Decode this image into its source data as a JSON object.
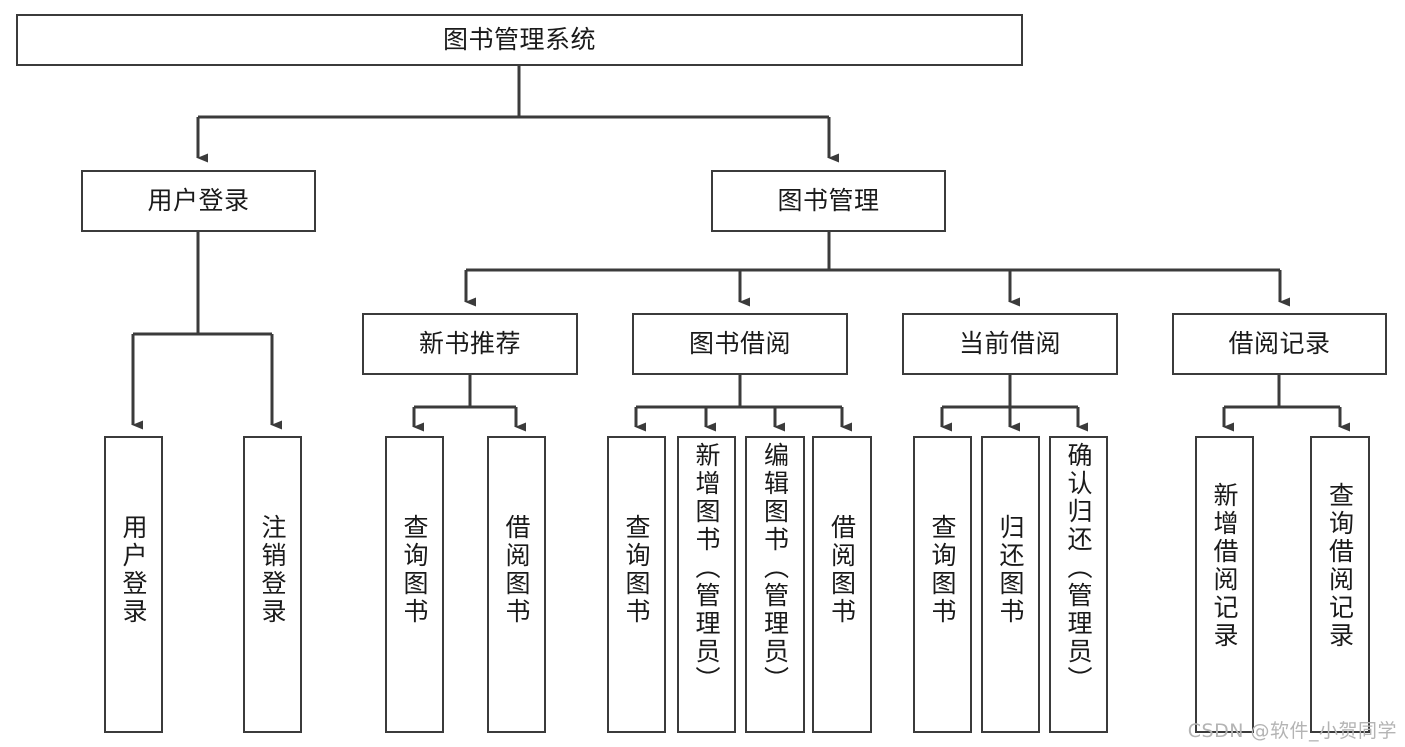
{
  "diagram": {
    "title": "图书管理系统",
    "type": "tree-hierarchy",
    "line_color": "#3b3b3b",
    "box_fill": "#ffffff",
    "text_color": "#1a1a1a",
    "watermark": "CSDN @软件_小贺同学",
    "nodes": {
      "root": {
        "label": "图书管理系统"
      },
      "level2": [
        {
          "label": "用户登录"
        },
        {
          "label": "图书管理"
        }
      ],
      "level3": [
        {
          "label": "新书推荐"
        },
        {
          "label": "图书借阅"
        },
        {
          "label": "当前借阅"
        },
        {
          "label": "借阅记录"
        }
      ],
      "leaves": {
        "user_login": [
          {
            "label": "用户登录"
          },
          {
            "label": "注销登录"
          }
        ],
        "new_book_recommend": [
          {
            "label": "查询图书"
          },
          {
            "label": "借阅图书"
          }
        ],
        "book_borrow": [
          {
            "label": "查询图书"
          },
          {
            "label": "新增图书（管理员）"
          },
          {
            "label": "编辑图书（管理员）"
          },
          {
            "label": "借阅图书"
          }
        ],
        "current_borrow": [
          {
            "label": "查询图书"
          },
          {
            "label": "归还图书"
          },
          {
            "label": "确认归还（管理员）"
          }
        ],
        "borrow_record": [
          {
            "label": "新增借阅记录"
          },
          {
            "label": "查询借阅记录"
          }
        ]
      }
    }
  }
}
